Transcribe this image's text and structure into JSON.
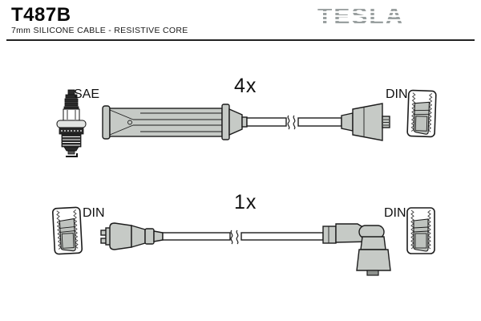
{
  "product": {
    "part_number": "T487B",
    "subtitle": "7mm SILICONE CABLE - RESISTIVE CORE",
    "brand": "TESLA"
  },
  "colors": {
    "boot_fill": "#c6cac6",
    "outline": "#1c1c1c",
    "brand_gray": "#9aa0a0"
  },
  "diagrams": [
    {
      "quantity_label": "4x",
      "left_end": {
        "standard": "SAE",
        "icon": "spark-plug-icon",
        "boot": "straight-long-boot"
      },
      "right_end": {
        "standard": "DIN",
        "icon": "din-connector-icon",
        "boot": "straight-boot"
      }
    },
    {
      "quantity_label": "1x",
      "left_end": {
        "standard": "DIN",
        "icon": "din-connector-icon",
        "boot": "straight-boot"
      },
      "right_end": {
        "standard": "DIN",
        "icon": "din-connector-icon",
        "boot": "angled-90-boot"
      }
    }
  ]
}
